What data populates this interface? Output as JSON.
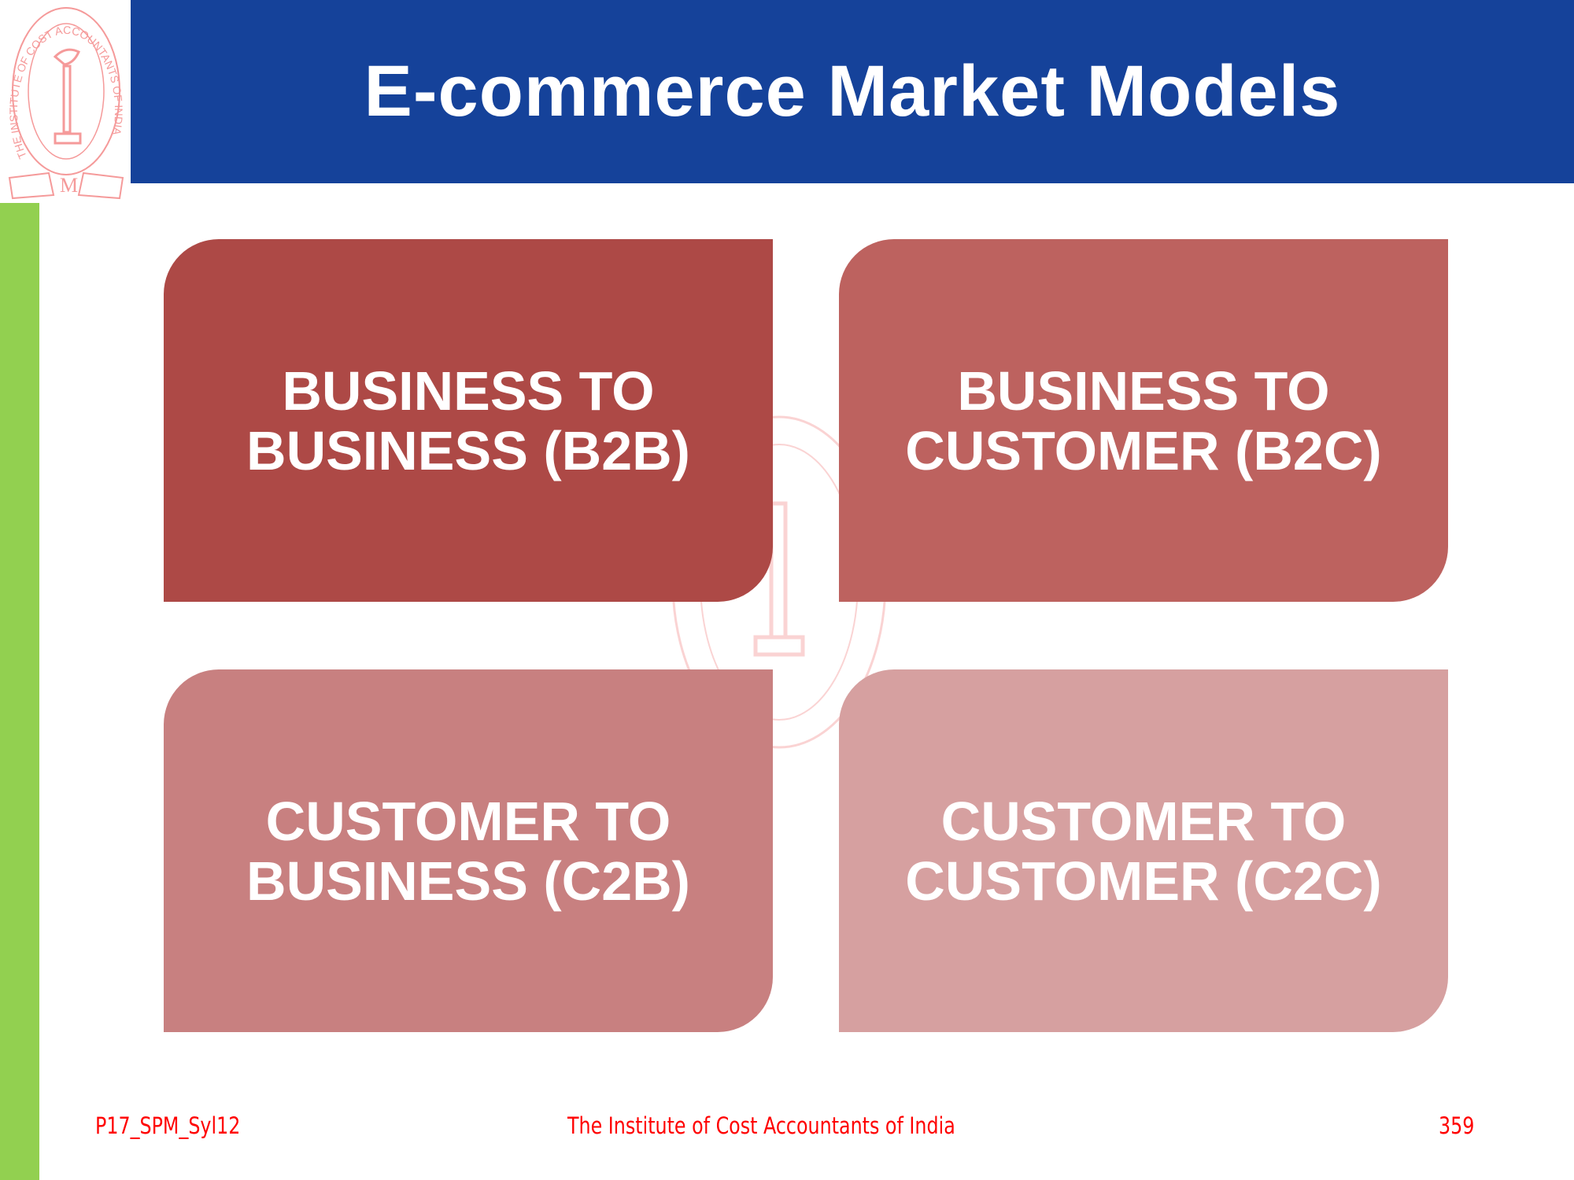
{
  "header": {
    "title": "E-commerce Market Models"
  },
  "logo": {
    "text": "THE INSTITUTE OF COST ACCOUNTANTS OF INDIA"
  },
  "models": [
    {
      "line1": "BUSINESS TO",
      "line2": "BUSINESS (B2B)",
      "color": "#ad4946"
    },
    {
      "line1": "BUSINESS TO",
      "line2": "CUSTOMER (B2C)",
      "color": "#bd625f"
    },
    {
      "line1": "CUSTOMER TO",
      "line2": "BUSINESS (C2B)",
      "color": "#c88080"
    },
    {
      "line1": "CUSTOMER TO",
      "line2": "CUSTOMER (C2C)",
      "color": "#d6a0a0"
    }
  ],
  "footer": {
    "code": "P17_SPM_Syl12",
    "institute": "The Institute of Cost Accountants of India",
    "page": "359"
  }
}
